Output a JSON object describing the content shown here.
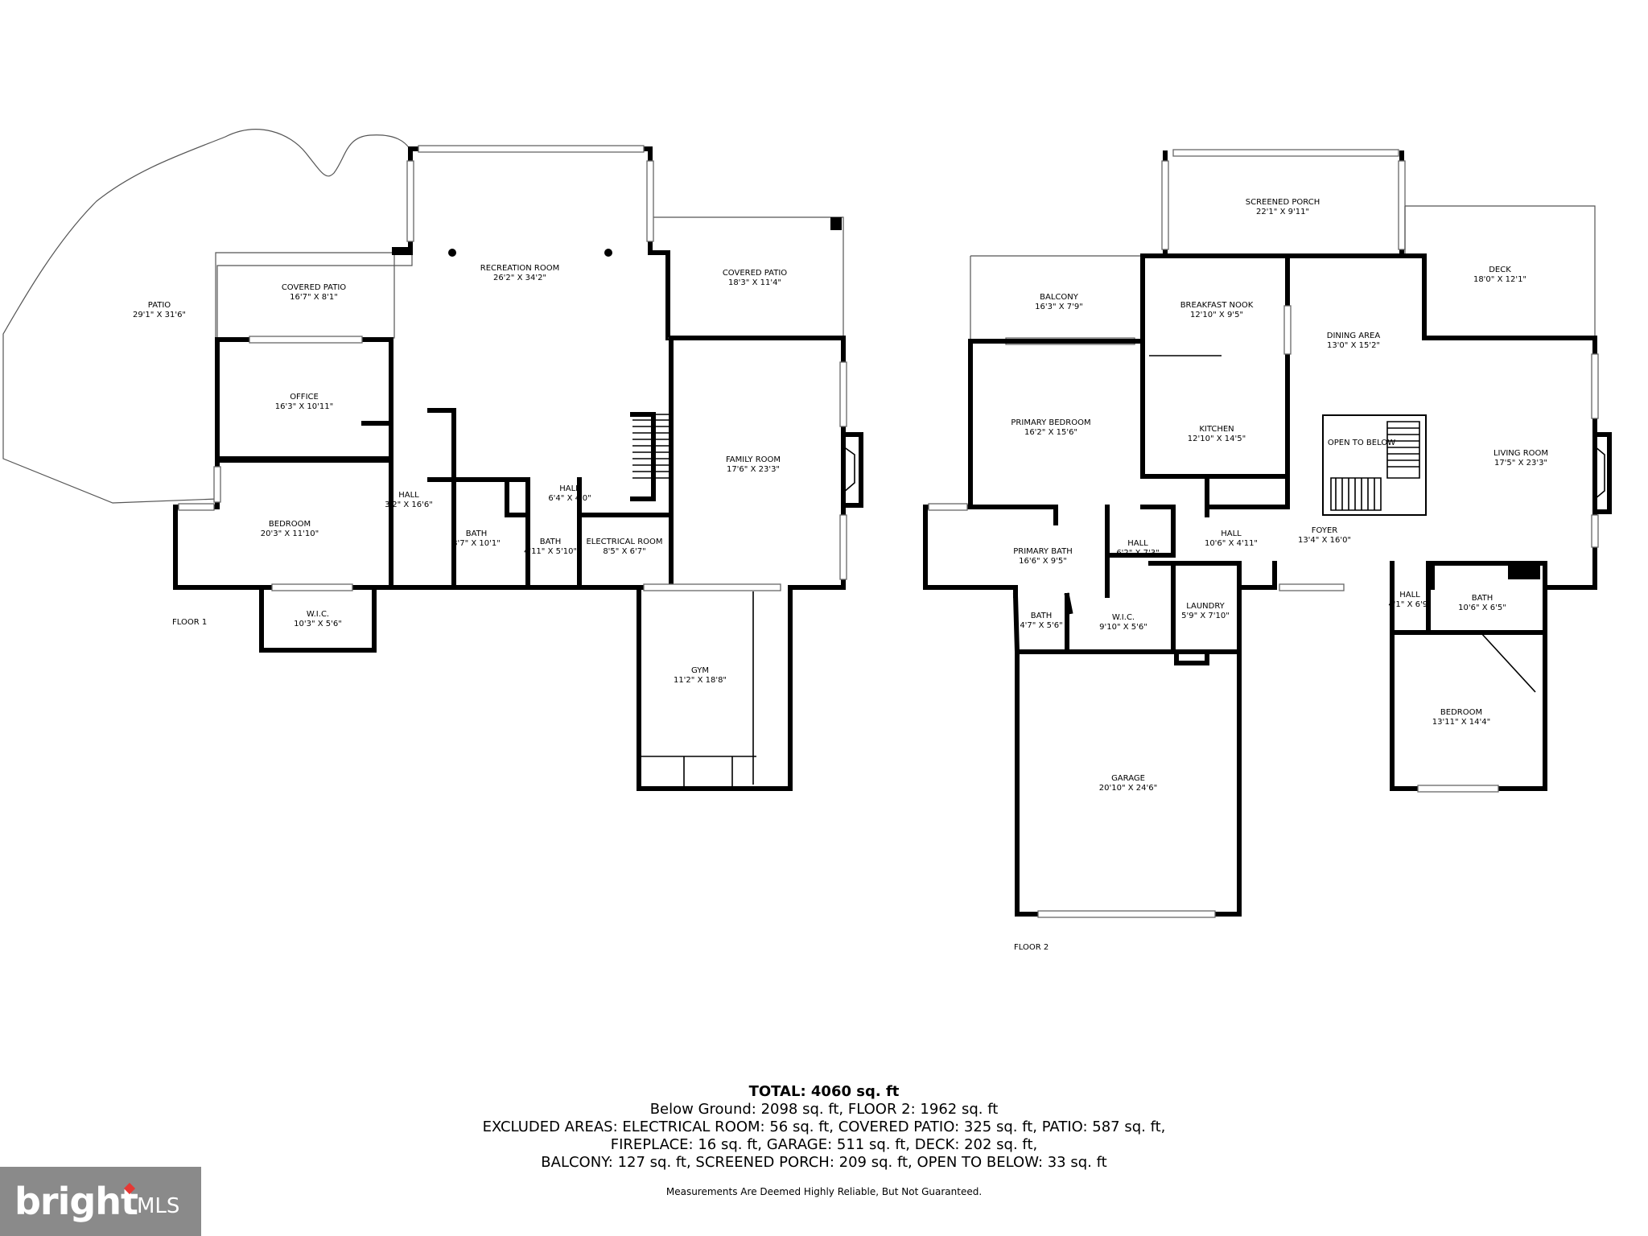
{
  "floor1": {
    "label": "FLOOR 1",
    "rooms": {
      "patio": {
        "name": "PATIO",
        "dims": "29'1\" X 31'6\""
      },
      "covered_patio_left": {
        "name": "COVERED PATIO",
        "dims": "16'7\" X 8'1\""
      },
      "recreation_room": {
        "name": "RECREATION ROOM",
        "dims": "26'2\" X 34'2\""
      },
      "covered_patio_right": {
        "name": "COVERED PATIO",
        "dims": "18'3\" X 11'4\""
      },
      "office": {
        "name": "OFFICE",
        "dims": "16'3\" X 10'11\""
      },
      "family_room": {
        "name": "FAMILY ROOM",
        "dims": "17'6\" X 23'3\""
      },
      "hall_a": {
        "name": "HALL",
        "dims": "3'2\" X 16'6\""
      },
      "hall_b": {
        "name": "HALL",
        "dims": "6'4\" X 4'0\""
      },
      "bedroom": {
        "name": "BEDROOM",
        "dims": "20'3\" X 11'10\""
      },
      "bath_a": {
        "name": "BATH",
        "dims": "8'7\" X 10'1\""
      },
      "bath_b": {
        "name": "BATH",
        "dims": "4'11\" X 5'10\""
      },
      "electrical_room": {
        "name": "ELECTRICAL ROOM",
        "dims": "8'5\" X 6'7\""
      },
      "wic": {
        "name": "W.I.C.",
        "dims": "10'3\" X 5'6\""
      },
      "gym": {
        "name": "GYM",
        "dims": "11'2\" X 18'8\""
      }
    }
  },
  "floor2": {
    "label": "FLOOR 2",
    "rooms": {
      "screened_porch": {
        "name": "SCREENED PORCH",
        "dims": "22'1\" X 9'11\""
      },
      "deck": {
        "name": "DECK",
        "dims": "18'0\" X 12'1\""
      },
      "balcony": {
        "name": "BALCONY",
        "dims": "16'3\" X 7'9\""
      },
      "breakfast_nook": {
        "name": "BREAKFAST NOOK",
        "dims": "12'10\" X 9'5\""
      },
      "dining_area": {
        "name": "DINING AREA",
        "dims": "13'0\" X 15'2\""
      },
      "primary_bedroom": {
        "name": "PRIMARY BEDROOM",
        "dims": "16'2\" X 15'6\""
      },
      "kitchen": {
        "name": "KITCHEN",
        "dims": "12'10\" X 14'5\""
      },
      "open_to_below": {
        "name": "OPEN TO BELOW"
      },
      "living_room": {
        "name": "LIVING ROOM",
        "dims": "17'5\" X 23'3\""
      },
      "primary_bath": {
        "name": "PRIMARY BATH",
        "dims": "16'6\" X 9'5\""
      },
      "hall_a": {
        "name": "HALL",
        "dims": "6'2\" X 7'3\""
      },
      "hall_b": {
        "name": "HALL",
        "dims": "10'6\" X 4'11\""
      },
      "foyer": {
        "name": "FOYER",
        "dims": "13'4\" X 16'0\""
      },
      "hall_c": {
        "name": "HALL",
        "dims": "4'1\" X 6'9\""
      },
      "bath_a": {
        "name": "BATH",
        "dims": "10'6\" X 6'5\""
      },
      "bath_b": {
        "name": "BATH",
        "dims": "4'7\" X 5'6\""
      },
      "wic": {
        "name": "W.I.C.",
        "dims": "9'10\" X 5'6\""
      },
      "laundry": {
        "name": "LAUNDRY",
        "dims": "5'9\" X 7'10\""
      },
      "bedroom": {
        "name": "BEDROOM",
        "dims": "13'11\" X 14'4\""
      },
      "garage": {
        "name": "GARAGE",
        "dims": "20'10\" X 24'6\""
      }
    }
  },
  "summary": {
    "total": "TOTAL: 4060 sq. ft",
    "line1": "Below Ground: 2098 sq. ft, FLOOR 2: 1962 sq. ft",
    "line2": "EXCLUDED AREAS: ELECTRICAL ROOM: 56 sq. ft, COVERED PATIO: 325 sq. ft, PATIO: 587 sq. ft,",
    "line3": "FIREPLACE: 16 sq. ft, GARAGE: 511 sq. ft, DECK: 202 sq. ft,",
    "line4": "BALCONY: 127 sq. ft, SCREENED PORCH: 209 sq. ft, OPEN TO BELOW: 33 sq. ft",
    "note": "Measurements Are Deemed Highly Reliable, But Not Guaranteed."
  },
  "logo": {
    "brand": "bright",
    "suffix": "MLS"
  }
}
